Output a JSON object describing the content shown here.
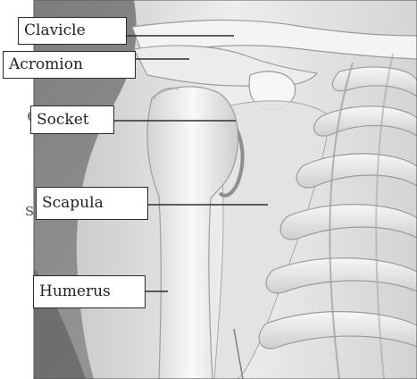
{
  "labels": {
    "clavicle": "Clavicle",
    "acromion": "Acromion",
    "socket": "Socket",
    "scapula": "Scapula",
    "humerus": "Humerus"
  },
  "background_edge_text": {
    "upper": "e",
    "lower": "s"
  },
  "colors": {
    "page_background": "#ffffff",
    "illustration_gray": "#8f8f8f",
    "bone_light": "#f1f1f1",
    "label_border": "#2a2a2a",
    "leader_line": "#2e2e2e"
  }
}
